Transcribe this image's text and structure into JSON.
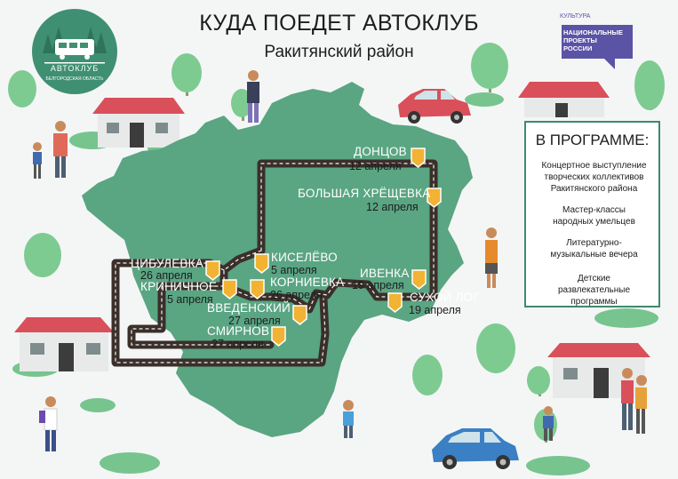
{
  "header": {
    "title": "КУДА ПОЕДЕТ АВТОКЛУБ",
    "subtitle": "Ракитянский район"
  },
  "logo": {
    "name": "АВТОКЛУБ",
    "region": "БЕЛГОРОДСКАЯ ОБЛАСТЬ"
  },
  "partner_logo": {
    "line1": "КУЛЬТУРА",
    "line2": "НАЦИОНАЛЬНЫЕ",
    "line3": "ПРОЕКТЫ",
    "line4": "РОССИИ"
  },
  "stops": [
    {
      "name": "ДОНЦОВ",
      "date": "12 апреля"
    },
    {
      "name": "БОЛЬШАЯ ХРЁЩЕВКА",
      "date": "12 апреля"
    },
    {
      "name": "КИСЕЛЁВО",
      "date": "5 апреля"
    },
    {
      "name": "ЦИБУЛЕВКА",
      "date": "26 апреля"
    },
    {
      "name": "КРИНИЧНОЕ",
      "date": "5 апреля"
    },
    {
      "name": "КОРНИЕВКА",
      "date": "26 апреля"
    },
    {
      "name": "ВВЕДЕНСКИЙ",
      "date": "27 апреля"
    },
    {
      "name": "СМИРНОВ",
      "date": "27 апреля"
    },
    {
      "name": "ИВЕНКА",
      "date": "19 апреля"
    },
    {
      "name": "СУХОЙ ЛОГ",
      "date": "19 апреля"
    }
  ],
  "program": {
    "heading": "В ПРОГРАММЕ:",
    "items": [
      "Концертное выступление творческих коллективов Ракитянского района",
      "Мастер-классы народных умельцев",
      "Литературно-музыкальные вечера",
      "Детские развлекательные программы"
    ]
  },
  "colors": {
    "map_green": "#5aa582",
    "road": "#3a2f2a",
    "marker": "#f2b233",
    "house_roof": "#d9505a",
    "car_red": "#d9505a",
    "car_blue": "#3b7fc4",
    "panel_border": "#3d8a6e",
    "partner_purple": "#5b53a6"
  }
}
